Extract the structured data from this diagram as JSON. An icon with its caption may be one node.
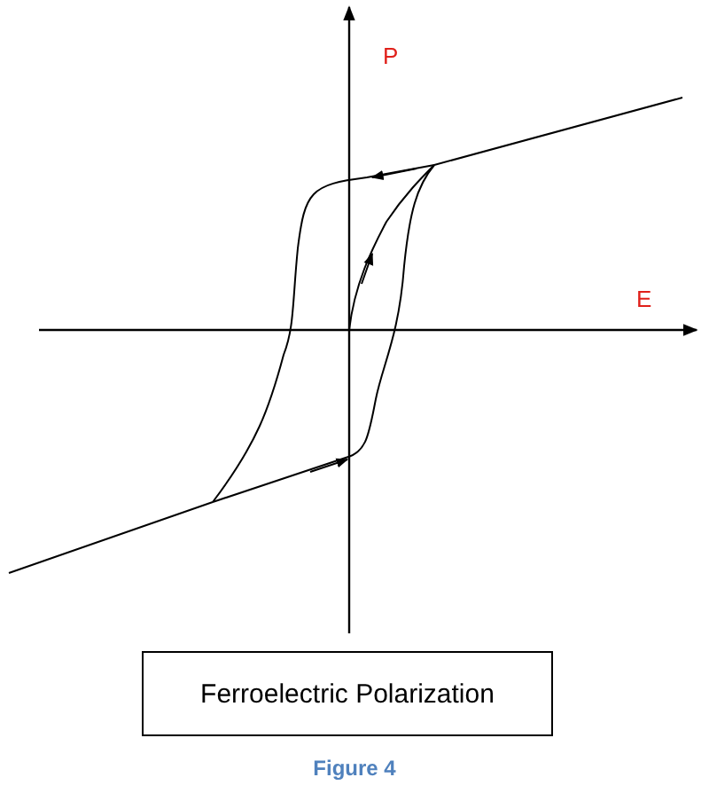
{
  "diagram": {
    "caption": "Figure 4",
    "nodes": [
      {
        "text": [
          "Ferroelectric Polarization"
        ]
      }
    ],
    "labels": [
      "P",
      "E"
    ]
  }
}
